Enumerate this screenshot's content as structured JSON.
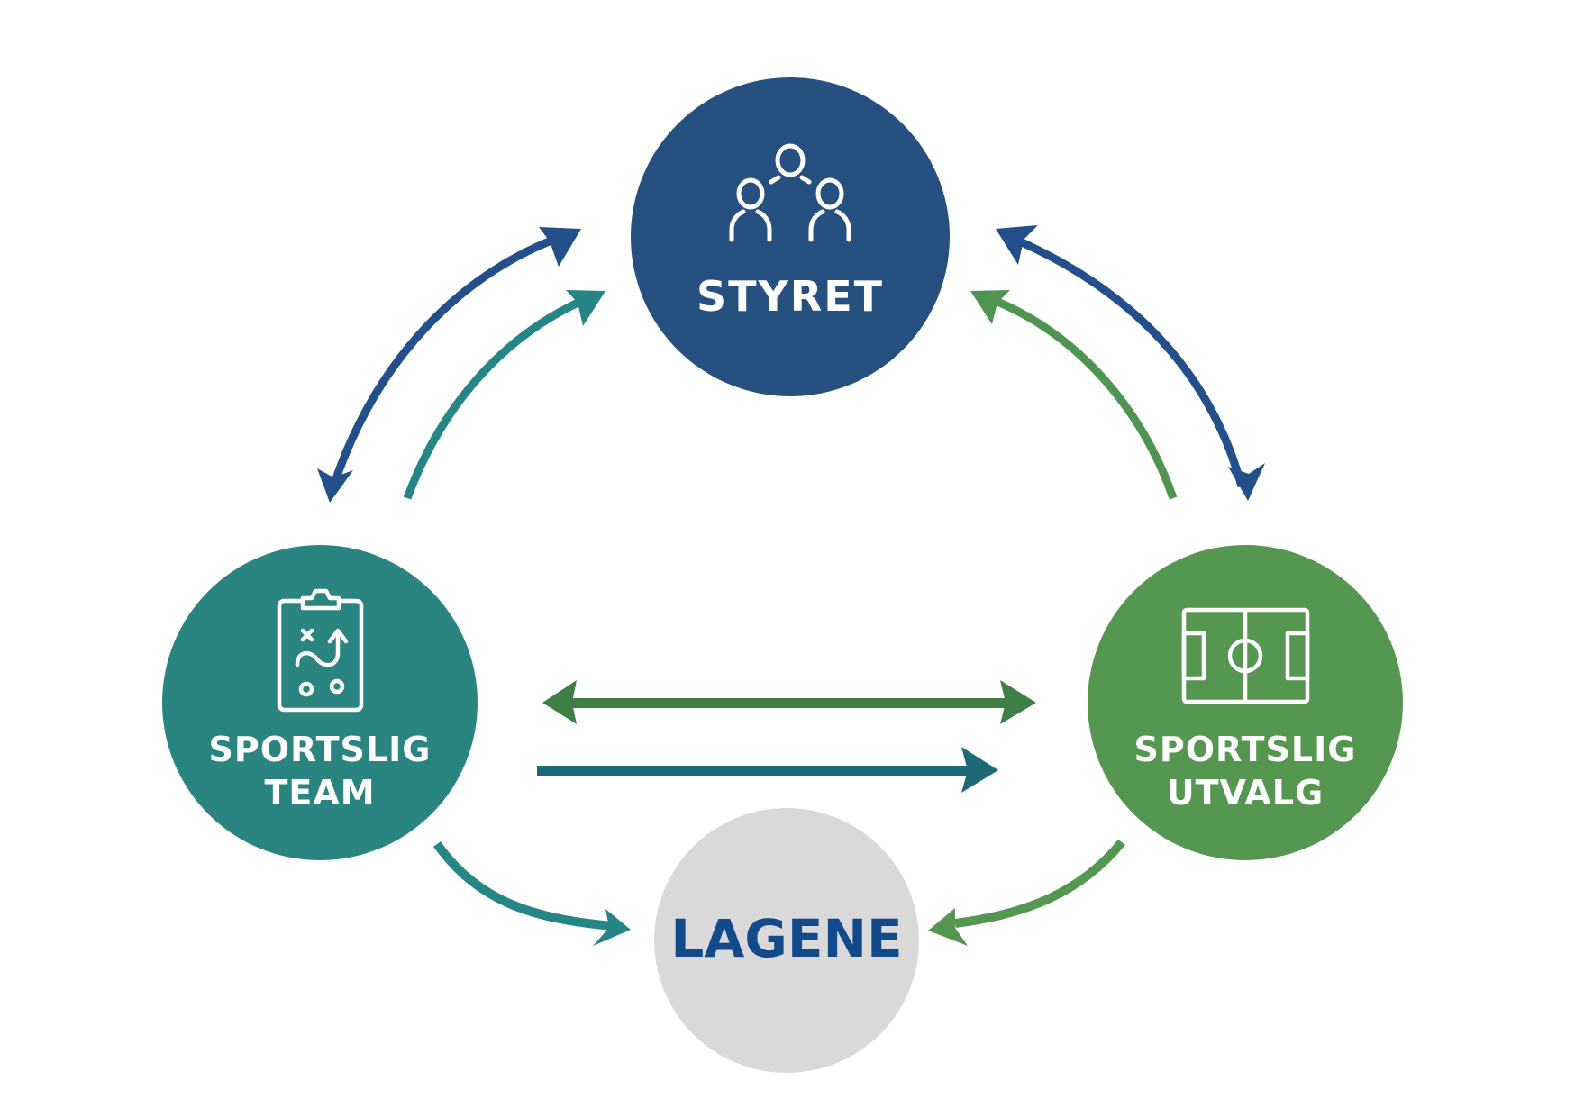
{
  "diagram": {
    "type": "organizational-flow",
    "colors": {
      "styret": "#265080",
      "sportslig_team": "#2a8480",
      "sportslig_utvalg": "#559650",
      "lagene": "#d9d9d9",
      "lagene_text": "#134a8c",
      "arrow_blue": "#234f8a",
      "arrow_teal": "#268585",
      "arrow_green": "#4f9450",
      "arrow_dark_green": "#3f7e45",
      "arrow_dark_teal": "#1b6a76",
      "icon_stroke": "#ffffff"
    },
    "nodes": {
      "styret": {
        "label": "STYRET",
        "icon": "people-group-icon"
      },
      "sportslig_team": {
        "label_line1": "SPORTSLIG",
        "label_line2": "TEAM",
        "icon": "clipboard-tactics-icon"
      },
      "sportslig_utvalg": {
        "label_line1": "SPORTSLIG",
        "label_line2": "UTVALG",
        "icon": "football-pitch-icon"
      },
      "lagene": {
        "label": "LAGENE"
      }
    },
    "edges": [
      {
        "from": "sportslig_team",
        "to": "styret",
        "direction": "bidirectional",
        "color": "arrow_blue"
      },
      {
        "from": "sportslig_team",
        "to": "styret",
        "direction": "forward",
        "color": "arrow_teal"
      },
      {
        "from": "sportslig_utvalg",
        "to": "styret",
        "direction": "bidirectional",
        "color": "arrow_blue"
      },
      {
        "from": "sportslig_utvalg",
        "to": "styret",
        "direction": "forward",
        "color": "arrow_green"
      },
      {
        "from": "sportslig_team",
        "to": "sportslig_utvalg",
        "direction": "bidirectional",
        "color": "arrow_dark_green"
      },
      {
        "from": "sportslig_team",
        "to": "sportslig_utvalg",
        "direction": "forward",
        "color": "arrow_dark_teal"
      },
      {
        "from": "sportslig_team",
        "to": "lagene",
        "direction": "forward",
        "color": "arrow_teal"
      },
      {
        "from": "sportslig_utvalg",
        "to": "lagene",
        "direction": "forward",
        "color": "arrow_green"
      }
    ]
  }
}
